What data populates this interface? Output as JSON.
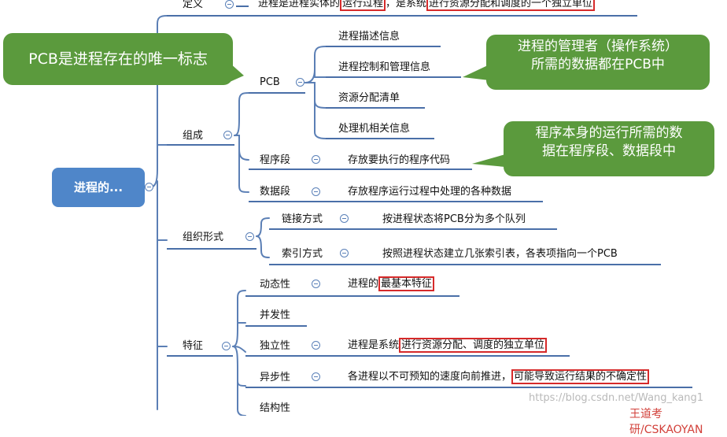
{
  "root": {
    "label": "进程的..."
  },
  "definition": {
    "label": "定义",
    "text_pre": "进程是进程实体的",
    "text_hl1": "运行过程",
    "text_mid": "，是系统",
    "text_hl2": "进行资源分配和调度的一个独立单位"
  },
  "composition": {
    "label": "组成",
    "pcb": {
      "label": "PCB",
      "items": [
        "进程描述信息",
        "进程控制和管理信息",
        "资源分配清单",
        "处理机相关信息"
      ]
    },
    "program_segment": {
      "label": "程序段",
      "text": "存放要执行的程序代码"
    },
    "data_segment": {
      "label": "数据段",
      "text": "存放程序运行过程中处理的各种数据"
    }
  },
  "organization": {
    "label": "组织形式",
    "link": {
      "label": "链接方式",
      "text": "按进程状态将PCB分为多个队列"
    },
    "index": {
      "label": "索引方式",
      "text": "按照进程状态建立几张索引表，各表项指向一个PCB"
    }
  },
  "features": {
    "label": "特征",
    "dynamic": {
      "label": "动态性",
      "text_pre": "进程的",
      "text_hl": "最基本特征"
    },
    "concurrent": {
      "label": "并发性"
    },
    "independent": {
      "label": "独立性",
      "text_pre": "进程是系统",
      "text_hl": "进行资源分配、调度的独立单位"
    },
    "asynchronous": {
      "label": "异步性",
      "text_pre": "各进程以不可预知的速度向前推进，",
      "text_hl": "可能导致运行结果的不确定性"
    },
    "structural": {
      "label": "结构性"
    }
  },
  "callouts": {
    "pcb_unique": "PCB是进程存在的唯一标志",
    "manager_line1": "进程的管理者（操作系统）",
    "manager_line2": "所需的数据都在PCB中",
    "program_line1": "程序本身的运行所需的数",
    "program_line2": "据在程序段、数据段中"
  },
  "watermark": {
    "url": "https://blog.csdn.net/Wang_kang1",
    "brand": "王道考研/CSKAOYAN"
  },
  "colors": {
    "branch": "#5b7fb5",
    "underline": "#4a6fa8",
    "root": "#4f86c9",
    "callout": "#5b9a3d",
    "highlight": "#d62a2a"
  }
}
